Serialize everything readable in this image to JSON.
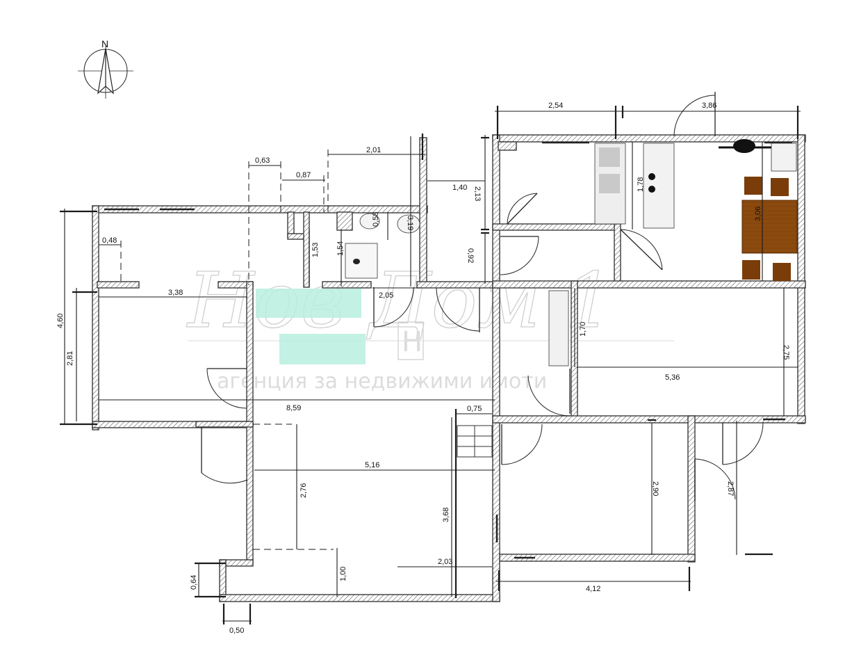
{
  "compass": {
    "north_label": "N"
  },
  "dimensions": [
    {
      "id": "d-254",
      "text": "2,54"
    },
    {
      "id": "d-386",
      "text": "3,86"
    },
    {
      "id": "d-201",
      "text": "2,01"
    },
    {
      "id": "d-063",
      "text": "0,63"
    },
    {
      "id": "d-087",
      "text": "0,87"
    },
    {
      "id": "d-140",
      "text": "1,40"
    },
    {
      "id": "d-213",
      "text": "2,13"
    },
    {
      "id": "d-319",
      "text": "3,19"
    },
    {
      "id": "d-178",
      "text": "1,78"
    },
    {
      "id": "d-306",
      "text": "3,06"
    },
    {
      "id": "d-048",
      "text": "0,48"
    },
    {
      "id": "d-058",
      "text": "0,58"
    },
    {
      "id": "d-153",
      "text": "1,53"
    },
    {
      "id": "d-154",
      "text": "1,54"
    },
    {
      "id": "d-092",
      "text": "0,92"
    },
    {
      "id": "d-460",
      "text": "4,60"
    },
    {
      "id": "d-338",
      "text": "3,38"
    },
    {
      "id": "d-205",
      "text": "2,05"
    },
    {
      "id": "d-170",
      "text": "1,70"
    },
    {
      "id": "d-281",
      "text": "2,81"
    },
    {
      "id": "d-275",
      "text": "2,75"
    },
    {
      "id": "d-536",
      "text": "5,36"
    },
    {
      "id": "d-859",
      "text": "8,59"
    },
    {
      "id": "d-075",
      "text": "0,75"
    },
    {
      "id": "d-516",
      "text": "5,16"
    },
    {
      "id": "d-276",
      "text": "2,76"
    },
    {
      "id": "d-368",
      "text": "3,68"
    },
    {
      "id": "d-290",
      "text": "2,90"
    },
    {
      "id": "d-287",
      "text": "2,87"
    },
    {
      "id": "d-203",
      "text": "2,03"
    },
    {
      "id": "d-100",
      "text": "1,00"
    },
    {
      "id": "d-064",
      "text": "0,64"
    },
    {
      "id": "d-412",
      "text": "4,12"
    },
    {
      "id": "d-050",
      "text": "0,50"
    }
  ],
  "watermark": {
    "title": "Нов Дом 1",
    "logo_letter": "Н",
    "subtitle": "агенция за недвижими имоти"
  },
  "colors": {
    "wall_stroke": "#3a3a3a",
    "table_wood": "#8b4a0e",
    "chair_wood": "#7a3d0a",
    "bath_tint": "#b9eedf",
    "watermark": "#cfcfcf"
  }
}
